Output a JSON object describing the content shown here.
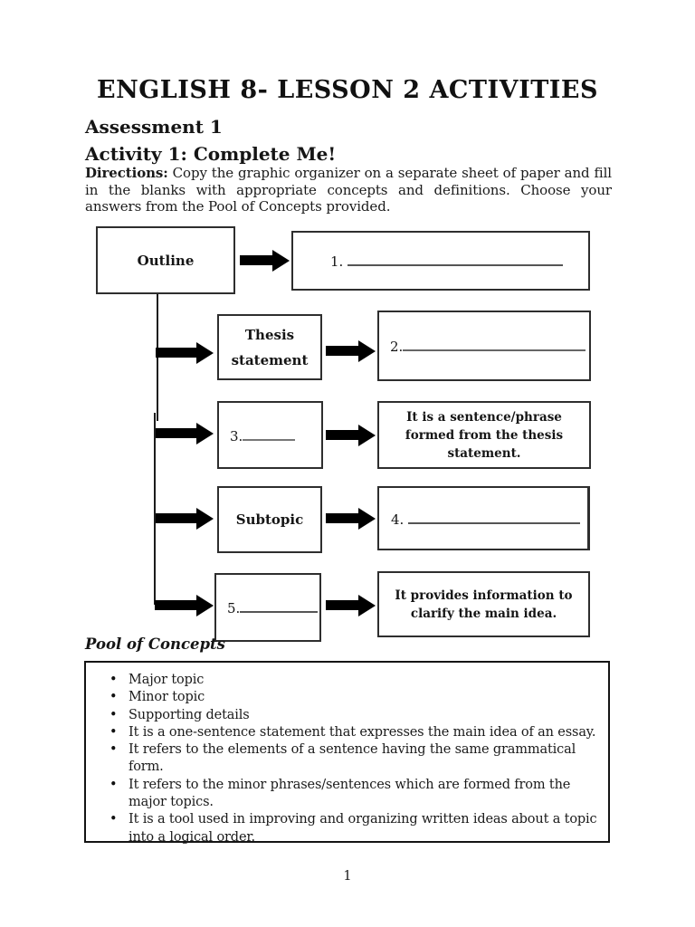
{
  "document": {
    "title": "ENGLISH 8- LESSON 2 ACTIVITIES",
    "headings": {
      "assessment": "Assessment 1",
      "activity": "Activity 1: Complete Me!"
    },
    "directions": {
      "label": "Directions:",
      "text": "Copy the graphic organizer on a separate sheet of paper and fill in the blanks with appropriate concepts and definitions. Choose your answers from the Pool of Concepts provided."
    },
    "page_number": "1"
  },
  "organizer": {
    "nodes": {
      "outline": "Outline",
      "thesis_line1": "Thesis",
      "thesis_line2": "statement",
      "subtopic": "Subtopic",
      "blank1_number": "1.",
      "blank2_number": "2.",
      "blank3_number": "3.",
      "blank4_number": "4.",
      "blank5_number": "5.",
      "definition_minor_topic": "It is a sentence/phrase formed from the thesis statement.",
      "definition_supporting_details": "It provides information to clarify the main idea."
    }
  },
  "pool": {
    "heading": "Pool of Concepts",
    "items": [
      "Major topic",
      "Minor topic",
      "Supporting details",
      "It is a one-sentence statement that expresses the main idea of an essay.",
      "It refers to the elements of a sentence having the same grammatical form.",
      "It refers to the minor phrases/sentences which are formed from the major topics.",
      "It is a tool used in improving and organizing written ideas about a topic into a logical order."
    ]
  }
}
